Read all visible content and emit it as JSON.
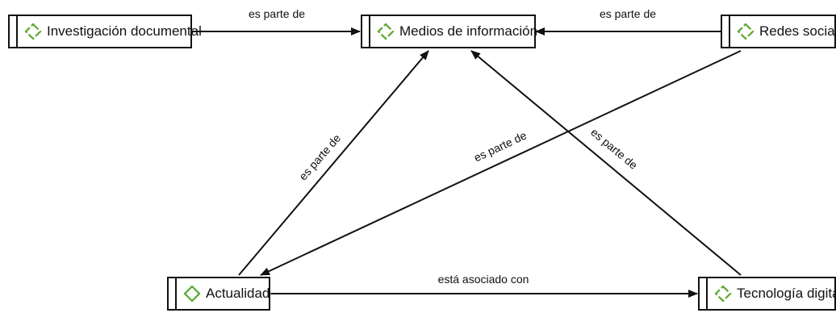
{
  "colors": {
    "icon_accent": "#5aa82a",
    "stroke": "#111111"
  },
  "nodes": {
    "investigacion": {
      "label": "Investigación documental",
      "icon": "concept-diamond-icon"
    },
    "medios": {
      "label": "Medios de información",
      "icon": "concept-diamond-icon"
    },
    "redes": {
      "label": "Redes sociales",
      "icon": "concept-diamond-icon"
    },
    "actualidad": {
      "label": "Actualidad",
      "icon": "concept-diamond-icon"
    },
    "tecnologia": {
      "label": "Tecnología digital",
      "icon": "concept-diamond-icon"
    }
  },
  "edges": {
    "investigacion_medios": {
      "label": "es parte de"
    },
    "redes_medios": {
      "label": "es parte de"
    },
    "actualidad_medios": {
      "label": "es parte de"
    },
    "redes_actualidad": {
      "label": "es parte de"
    },
    "tecnologia_medios": {
      "label": "es parte de"
    },
    "actualidad_tecnologia": {
      "label": "está asociado con"
    }
  }
}
